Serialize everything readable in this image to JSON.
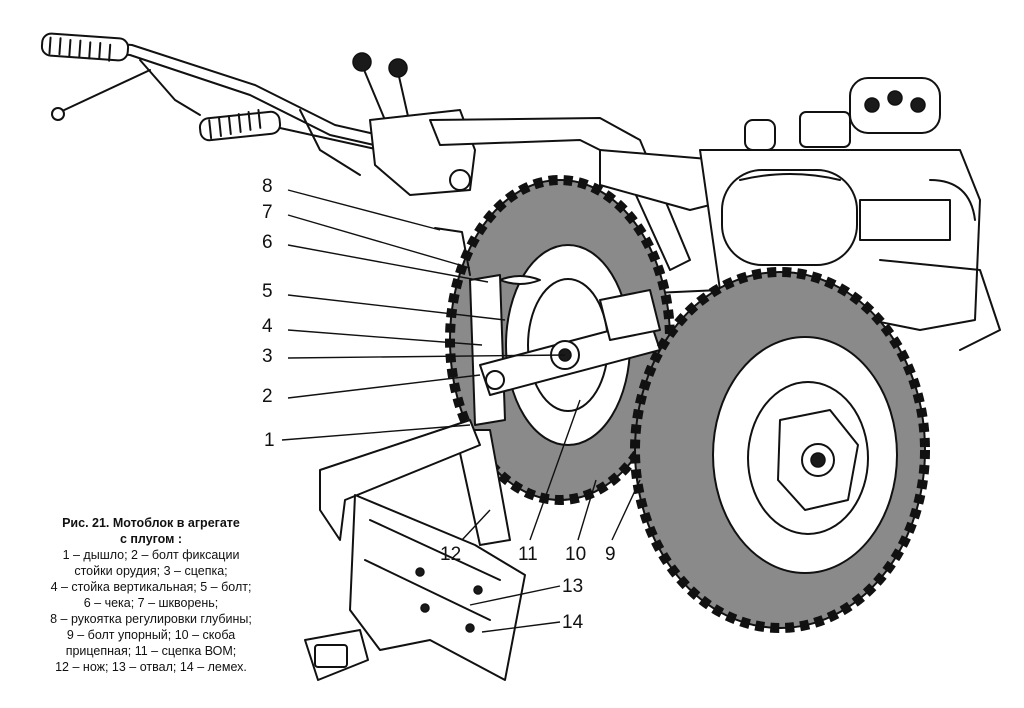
{
  "caption": {
    "title_line1": "Рис. 21. Мотоблок в агрегате",
    "title_line2": "с плугом :",
    "lines": [
      "1 – дышло; 2 – болт фиксации",
      "стойки орудия; 3 – сцепка;",
      "4 – стойка вертикальная; 5 – болт;",
      "6 – чека; 7 – шкворень;",
      "8 – рукоятка регулировки глубины;",
      "9 – болт упорный; 10 – скоба",
      "прицепная; 11 – сцепка ВОМ;",
      "12 – нож; 13 – отвал; 14 – лемех."
    ]
  },
  "callouts": {
    "n1": "1",
    "n2": "2",
    "n3": "3",
    "n4": "4",
    "n5": "5",
    "n6": "6",
    "n7": "7",
    "n8": "8",
    "n9": "9",
    "n10": "10",
    "n11": "11",
    "n12": "12",
    "n13": "13",
    "n14": "14"
  }
}
